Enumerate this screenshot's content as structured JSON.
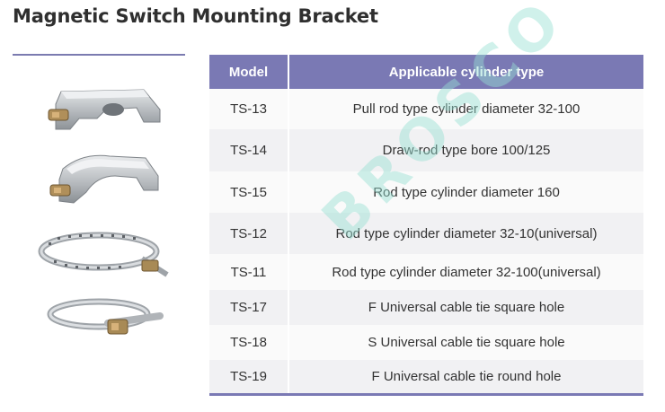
{
  "title": "Magnetic Switch Mounting Bracket",
  "watermark": "BROSCO",
  "table": {
    "headers": [
      "Model",
      "Applicable cylinder type"
    ],
    "rows": [
      {
        "model": "TS-13",
        "type": "Pull rod type cylinder diameter 32-100"
      },
      {
        "model": "TS-14",
        "type": "Draw-rod type bore 100/125"
      },
      {
        "model": "TS-15",
        "type": "Rod type cylinder diameter 160"
      },
      {
        "model": "TS-12",
        "type": "Rod type cylinder diameter 32-10(universal)"
      },
      {
        "model": "TS-11",
        "type": "Rod type cylinder diameter 32-100(universal)"
      },
      {
        "model": "TS-17",
        "type": "F Universal cable tie square hole"
      },
      {
        "model": "TS-18",
        "type": "S Universal cable tie square hole"
      },
      {
        "model": "TS-19",
        "type": "F Universal cable tie round hole"
      }
    ]
  },
  "products": [
    "bracket-clamp",
    "bracket-clamp",
    "cable-tie-square-hole",
    "cable-tie-round"
  ]
}
